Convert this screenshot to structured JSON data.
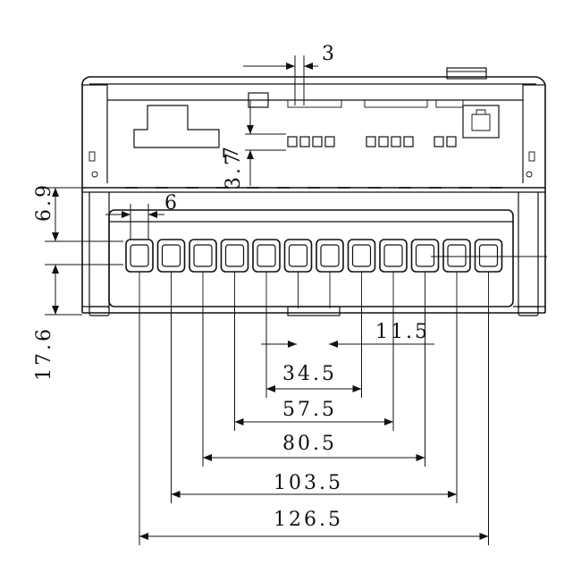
{
  "drawing": {
    "top_dimensions": [
      "3",
      "7",
      "3.7"
    ],
    "left_dimensions": [
      "6.9",
      "6",
      "17.6"
    ],
    "pitch_dimension": "11.5",
    "span_dimensions": [
      "34.5",
      "57.5",
      "80.5",
      "103.5",
      "126.5"
    ],
    "terminal_count": 12,
    "led_groups": [
      4,
      4,
      2
    ]
  }
}
